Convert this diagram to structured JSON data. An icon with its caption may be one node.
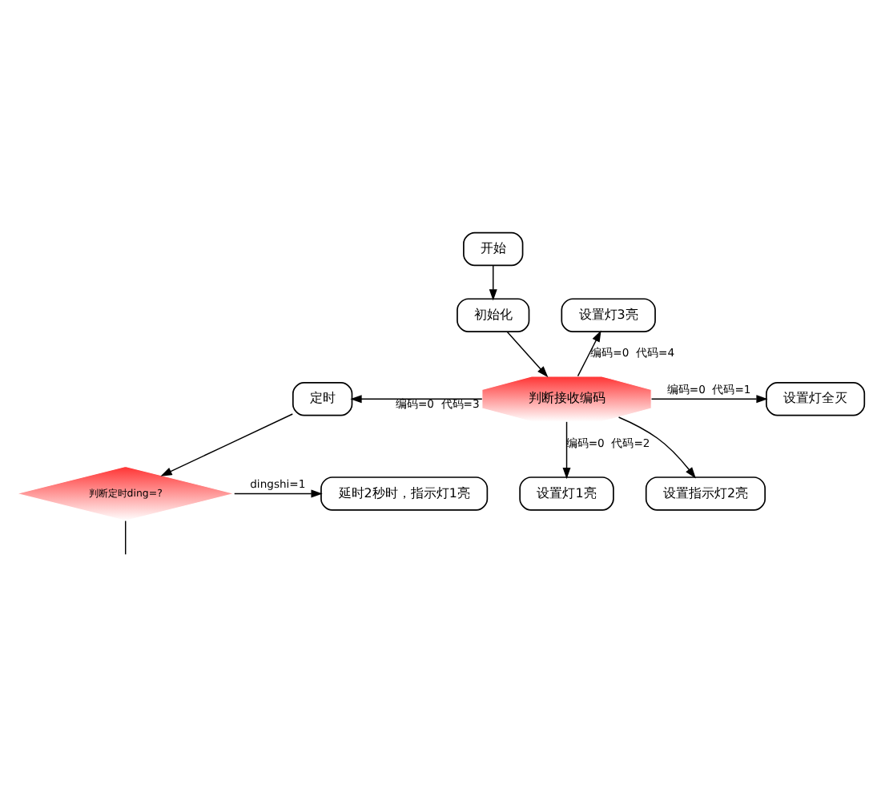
{
  "diagram": {
    "nodes": [
      {
        "text": [
          "开始"
        ]
      },
      {
        "text": [
          "初始化"
        ]
      },
      {
        "text": [
          "设置灯3亮"
        ]
      },
      {
        "text": [
          "定时"
        ]
      },
      {
        "text": [
          "判断接收编码"
        ]
      },
      {
        "text": [
          "设置灯全灭"
        ]
      },
      {
        "text": [
          "设置指示灯2亮"
        ]
      },
      {
        "text": [
          "设置灯1亮"
        ]
      },
      {
        "text": [
          "判断定时ding=?"
        ]
      },
      {
        "text": [
          "延时2秒时，指示灯1亮"
        ]
      }
    ],
    "edges": [
      {
        "from": 0,
        "to": 1,
        "arrow": "to"
      },
      {
        "from": 1,
        "to": 4,
        "arrow": "to"
      },
      {
        "from": 4,
        "to": 2,
        "arrow": "to",
        "label": "编码=0  代码=4"
      },
      {
        "from": 4,
        "to": 5,
        "arrow": "to",
        "label": "编码=0  代码=1"
      },
      {
        "from": 4,
        "to": 3,
        "arrow": "to",
        "label": "编码=0  代码=3"
      },
      {
        "from": 4,
        "to": 6,
        "arrow": "to"
      },
      {
        "from": 4,
        "to": 7,
        "arrow": "to",
        "label": "编码=0  代码=2"
      },
      {
        "from": 3,
        "to": 8,
        "arrow": "to"
      },
      {
        "from": 8,
        "to": 9,
        "arrow": "to",
        "label": "dingshi=1"
      },
      {
        "from": 8,
        "to": null,
        "arrow": "none"
      }
    ]
  }
}
